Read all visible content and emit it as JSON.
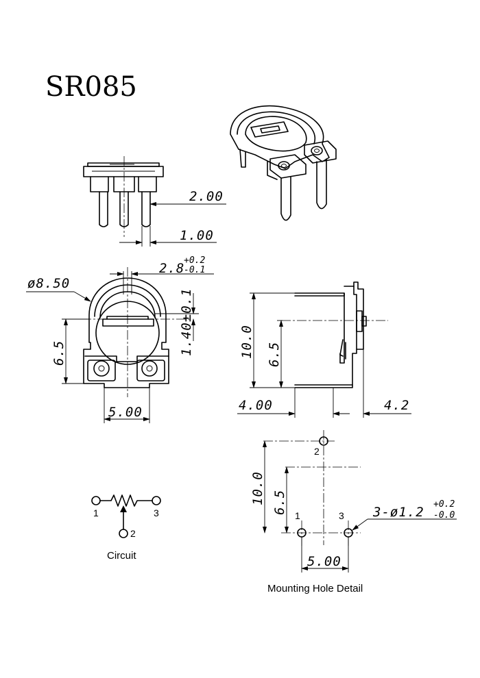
{
  "title": "SR085",
  "top_view": {
    "dim_pin_width": "2.00",
    "dim_pin_pitch": "1.00"
  },
  "front_view": {
    "dim_diameter": "ø8.50",
    "dim_slot_base": "2.8",
    "dim_slot_tol_plus": "+0.2",
    "dim_slot_tol_minus": "-0.1",
    "dim_offset": "1.40±0.1",
    "dim_height": "6.5",
    "dim_pitch": "5.00"
  },
  "side_view": {
    "dim_total_height": "10.0",
    "dim_height": "6.5",
    "dim_left": "4.00",
    "dim_right": "4.2"
  },
  "circuit": {
    "label": "Circuit",
    "pin1": "1",
    "pin2": "2",
    "pin3": "3"
  },
  "mounting": {
    "label": "Mounting Hole Detail",
    "dim_total_height": "10.0",
    "dim_height": "6.5",
    "dim_pitch": "5.00",
    "hole_base": "3-ø1.2",
    "hole_tol_plus": "+0.2",
    "hole_tol_minus": "-0.0",
    "pin1": "1",
    "pin2": "2",
    "pin3": "3"
  }
}
